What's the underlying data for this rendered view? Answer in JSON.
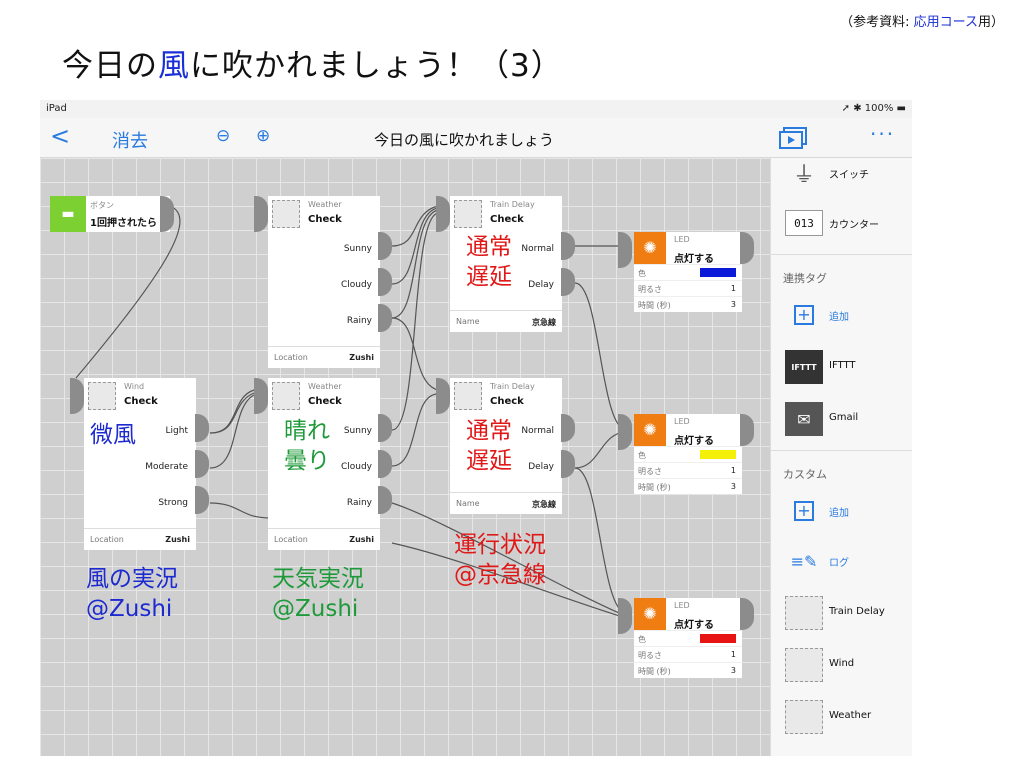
{
  "slide": {
    "title_pre": "今日の",
    "title_hl": "風",
    "title_post": "に吹かれましょう！（3）",
    "ref_pre": "（参考資料: ",
    "ref_hl": "応用コース",
    "ref_post": "用）"
  },
  "statusbar": {
    "device": "iPad",
    "battery": "100%"
  },
  "navbar": {
    "back": "<",
    "clear_label": "消去",
    "zoom_out": "⊖",
    "zoom_in": "⊕",
    "title": "今日の風に吹かれましょう",
    "more": "···"
  },
  "nodes": {
    "button": {
      "category": "ボタン",
      "name": "1回押されたら"
    },
    "weather1": {
      "category": "Weather",
      "name": "Check",
      "ports": [
        "Sunny",
        "Cloudy",
        "Rainy"
      ],
      "foot_key": "Location",
      "foot_val": "Zushi"
    },
    "train1": {
      "category": "Train Delay",
      "name": "Check",
      "ports": [
        "Normal",
        "Delay"
      ],
      "foot_key": "Name",
      "foot_val": "京急線"
    },
    "wind": {
      "category": "Wind",
      "name": "Check",
      "ports": [
        "Light",
        "Moderate",
        "Strong"
      ],
      "foot_key": "Location",
      "foot_val": "Zushi"
    },
    "weather2": {
      "category": "Weather",
      "name": "Check",
      "ports": [
        "Sunny",
        "Cloudy",
        "Rainy"
      ],
      "foot_key": "Location",
      "foot_val": "Zushi"
    },
    "train2": {
      "category": "Train Delay",
      "name": "Check",
      "ports": [
        "Normal",
        "Delay"
      ],
      "foot_key": "Name",
      "foot_val": "京急線"
    }
  },
  "leds": [
    {
      "category": "LED",
      "name": "点灯する",
      "color_label": "色",
      "color": "#0a1ad8",
      "brightness_label": "明るさ",
      "brightness": "1",
      "time_label": "時間 (秒)",
      "time": "3"
    },
    {
      "category": "LED",
      "name": "点灯する",
      "color_label": "色",
      "color": "#f4f00a",
      "brightness_label": "明るさ",
      "brightness": "1",
      "time_label": "時間 (秒)",
      "time": "3"
    },
    {
      "category": "LED",
      "name": "点灯する",
      "color_label": "色",
      "color": "#e81414",
      "brightness_label": "明るさ",
      "brightness": "1",
      "time_label": "時間 (秒)",
      "time": "3"
    }
  ],
  "annotations": {
    "train1": [
      "通常",
      "遅延"
    ],
    "wind": "微風",
    "weather2": [
      "晴れ",
      "曇り"
    ],
    "train2": [
      "通常",
      "遅延"
    ],
    "train_note": [
      "運行状況",
      "@京急線"
    ],
    "wind_note": [
      "風の実況",
      "@Zushi"
    ],
    "weather_note": [
      "天気実況",
      "@Zushi"
    ]
  },
  "sidebar": {
    "switch": "スイッチ",
    "counter": "カウンター",
    "counter_digits": "013",
    "tags_header": "連携タグ",
    "add1": "追加",
    "ifttt": "IFTTT",
    "ifttt_icon": "IFTTT",
    "gmail": "Gmail",
    "custom_header": "カスタム",
    "add2": "追加",
    "log": "ログ",
    "train_delay": "Train Delay",
    "wind": "Wind",
    "weather": "Weather"
  }
}
